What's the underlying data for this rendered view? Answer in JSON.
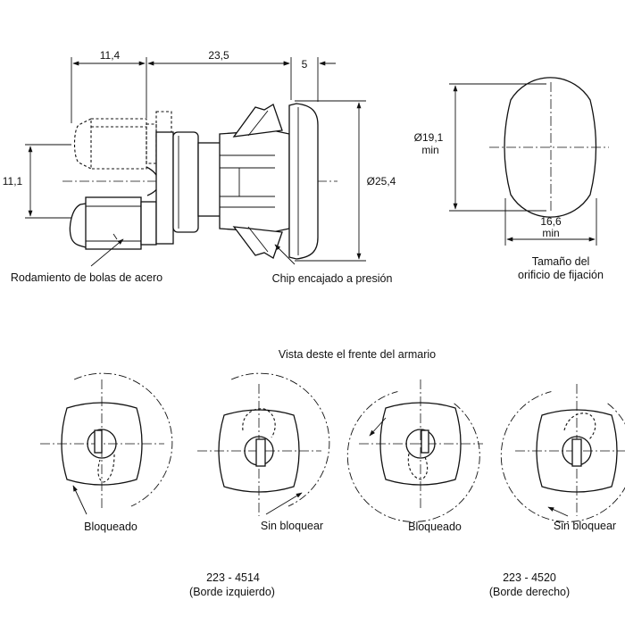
{
  "dimensions": {
    "d11_4": "11,4",
    "d23_5": "23,5",
    "d5": "5",
    "d11_1": "11,1",
    "d25_4": "Ø25,4",
    "d19_1": "Ø19,1",
    "d19_1_min": "min",
    "d16_6": "16,6",
    "d16_6_min": "min"
  },
  "labels": {
    "ball_bearing": "Rodamiento de bolas de acero",
    "press_chip": "Chip encajado a presión",
    "hole_size_line1": "Tamaño del",
    "hole_size_line2": "orificio de fijación",
    "front_view": "Vista deste el frente del armario"
  },
  "views": [
    {
      "state": "Bloqueado"
    },
    {
      "state": "Sin bloquear"
    },
    {
      "state": "Bloqueado"
    },
    {
      "state": "Sin bloquear"
    }
  ],
  "parts": [
    {
      "code": "223 - 4514",
      "edge": "(Borde izquierdo)"
    },
    {
      "code": "223 - 4520",
      "edge": "(Borde derecho)"
    }
  ]
}
